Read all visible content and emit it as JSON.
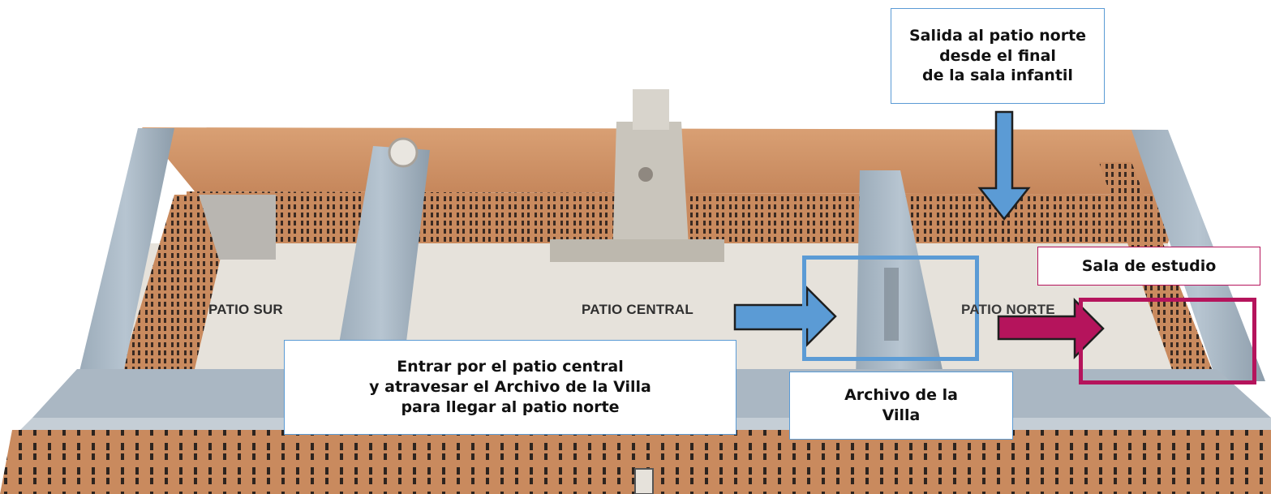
{
  "colors": {
    "arrow_blue": "#5b9bd5",
    "arrow_magenta": "#b5145c",
    "callout_blue_border": "#5b9bd5",
    "callout_magenta_border": "#b5145c",
    "archivo_frame": "#5b9bd5",
    "sala_frame": "#b5145c"
  },
  "patios": {
    "sur": "PATIO SUR",
    "central": "PATIO CENTRAL",
    "norte": "PATIO NORTE"
  },
  "callouts": {
    "salida_norte": {
      "lines": [
        "Salida al patio norte",
        "desde el final",
        "de la sala infantil"
      ]
    },
    "sala_estudio": {
      "lines": [
        "Sala de estudio"
      ]
    },
    "entrar_central": {
      "lines": [
        "Entrar por el patio central",
        "y atravesar el Archivo de la Villa",
        "para llegar al patio norte"
      ]
    },
    "archivo_villa": {
      "lines": [
        "Archivo de la",
        "Villa"
      ]
    }
  },
  "icons": {
    "arrow_down": "arrow-down-icon",
    "arrow_right_blue": "arrow-right-icon",
    "arrow_right_magenta": "arrow-right-icon"
  }
}
